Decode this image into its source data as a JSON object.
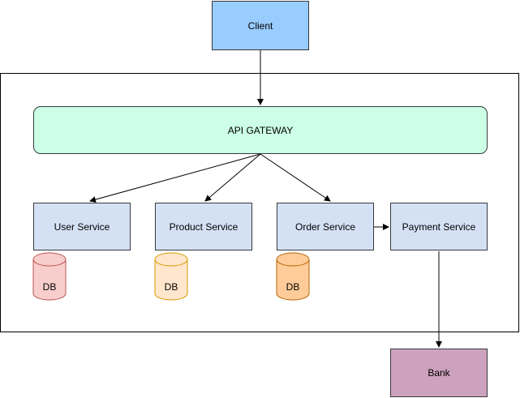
{
  "diagram": {
    "client": "Client",
    "gateway": "API GATEWAY",
    "services": {
      "user": "User Service",
      "product": "Product Service",
      "order": "Order Service",
      "payment": "Payment Service"
    },
    "databases": {
      "user": "DB",
      "product": "DB",
      "order": "DB"
    },
    "bank": "Bank"
  },
  "colors": {
    "client": "#99ccff",
    "gateway": "#ccffe6",
    "service": "#d4e1f5",
    "bank": "#cda2be",
    "db_user": "#f8cecc",
    "db_product": "#ffe6cc",
    "db_order": "#ffcc99"
  }
}
